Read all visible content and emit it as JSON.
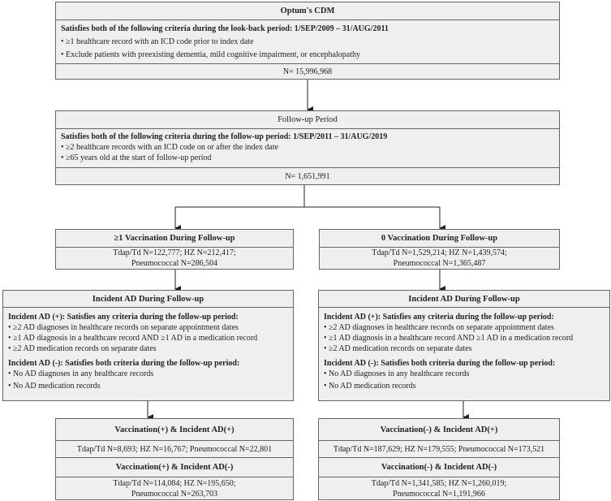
{
  "source": {
    "title": "Optum's CDM",
    "criteria_lead": "Satisfies both of the following criteria during the look-back period: 1/SEP/2009 – 31/AUG/2011",
    "criteria": [
      "≥1 healthcare record with an ICD code prior to index date",
      "Exclude patients with preexisting dementia, mild cognitive impairment, or encephalopathy"
    ],
    "n": "N= 15,996,968"
  },
  "followup": {
    "title": "Follow-up Period",
    "criteria_lead": "Satisfies both of the following criteria during the follow-up period: 1/SEP/2011 – 31/AUG/2019",
    "criteria": [
      "≥2 healthcare records with an ICD code on or after the index date",
      "≥65 years old at the start of follow-up period"
    ],
    "n": "N= 1,651,991"
  },
  "vacc_pos": {
    "title": "≥1 Vaccination During Follow-up",
    "line1": "Tdap/Td N=122,777; HZ N=212,417;",
    "line2": "Pneumococcal N=286,504"
  },
  "vacc_neg": {
    "title": "0 Vaccination During Follow-up",
    "line1": "Tdap/Td N=1,529,214; HZ N=1,439,574;",
    "line2": "Pneumococcal N=1,365,487"
  },
  "incident": {
    "title": "Incident AD During Follow-up",
    "pos_lead": "Incident AD (+): Satisfies any criteria during the follow-up period:",
    "pos_criteria": [
      "≥2 AD diagnoses in healthcare records on separate appointment dates",
      "≥1 AD diagnosis in a healthcare record AND ≥1 AD in a medication record",
      "≥2 AD medication records on separate dates"
    ],
    "neg_lead": "Incident AD (-): Satisfies both criteria during the follow-up period:",
    "neg_criteria": [
      "No AD diagnoses in any healthcare records",
      "No AD medication records"
    ]
  },
  "outcomes_left": {
    "pos_title": "Vaccination(+) & Incident AD(+)",
    "pos_values": "Tdap/Td N=8,693; HZ N=16,767; Pneumococcal N=22,801",
    "neg_title": "Vaccination(+) & Incident AD(-)",
    "neg_line1": "Tdap/Td N=114,084; HZ N=195,650;",
    "neg_line2": "Pneumococcal N=263,703"
  },
  "outcomes_right": {
    "pos_title": "Vaccination(-) & Incident AD(+)",
    "pos_values": "Tdap/Td N=187,629; HZ N=179,555; Pneumococcal N=173,521",
    "neg_title": "Vaccination(-) & Incident AD(-)",
    "neg_line1": "Tdap/Td N=1,341,585; HZ N=1,260,019;",
    "neg_line2": "Pneumococcal N=1,191,966"
  }
}
